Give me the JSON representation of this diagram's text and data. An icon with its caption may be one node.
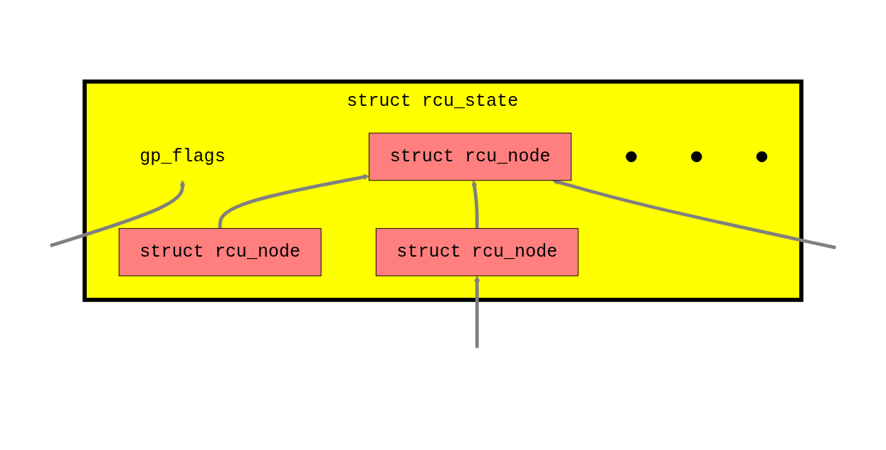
{
  "diagram": {
    "nodes": [
      {
        "text": [
          "struct rcu_state"
        ]
      },
      {
        "text": [
          "gp_flags"
        ],
        "in": 0
      },
      {
        "text": [
          "struct rcu_node"
        ],
        "in": 0
      },
      {
        "text": [
          "struct rcu_node"
        ],
        "in": 0
      },
      {
        "text": [],
        "shape": "circle",
        "in": 0
      },
      {
        "text": [],
        "shape": "circle",
        "in": 0
      },
      {
        "text": [],
        "shape": "circle",
        "in": 0
      },
      {
        "text": [
          "struct rcu_node"
        ],
        "in": 0
      }
    ],
    "edges": [
      {
        "from": null,
        "to": 1,
        "arrow": "to"
      },
      {
        "from": 3,
        "to": 2,
        "arrow": "to"
      },
      {
        "from": 7,
        "to": 2,
        "arrow": "to"
      },
      {
        "from": null,
        "to": 2,
        "arrow": "to"
      },
      {
        "from": null,
        "to": 7,
        "arrow": "to"
      }
    ]
  }
}
